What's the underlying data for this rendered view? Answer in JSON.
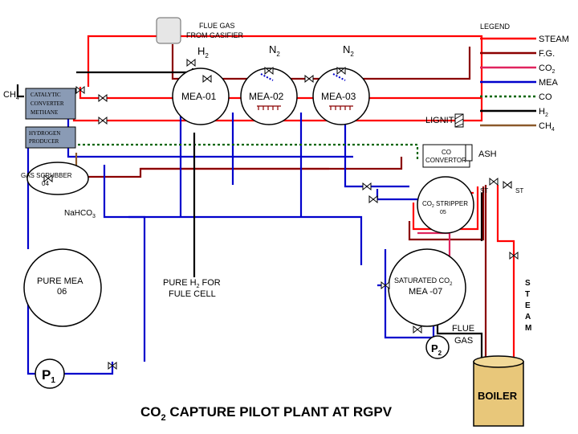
{
  "title": {
    "main": "CO",
    "sub": "2",
    "rest": " CAPTURE PILOT PLANT AT RGPV"
  },
  "colors": {
    "steam": "#ff0000",
    "fg": "#8b0000",
    "co2": "#e0245e",
    "mea": "#0000cc",
    "co": "#006400",
    "h2": "#000000",
    "ch4": "#8b5a2b",
    "vessel_fill": "#ffffff",
    "box_fill": "#8a9bb5",
    "boiler_fill": "#e8c77a"
  },
  "legend": {
    "title": "LEGEND",
    "items": [
      {
        "label": "STEAM",
        "sub": "",
        "color": "#ff0000",
        "style": "solid"
      },
      {
        "label": "F.G.",
        "sub": "",
        "color": "#8b0000",
        "style": "solid"
      },
      {
        "label": "CO",
        "sub": "2",
        "color": "#e0245e",
        "style": "solid"
      },
      {
        "label": "MEA",
        "sub": "",
        "color": "#0000cc",
        "style": "solid"
      },
      {
        "label": "CO",
        "sub": "",
        "color": "#006400",
        "style": "dotted"
      },
      {
        "label": "H",
        "sub": "2",
        "color": "#000000",
        "style": "solid"
      },
      {
        "label": "CH",
        "sub": "4",
        "color": "#8b5a2b",
        "style": "solid"
      }
    ]
  },
  "labels": {
    "flue_gas_line1": "FLUE GAS",
    "flue_gas_line2": "FROM GASIFIER",
    "h2": "H",
    "h2_sub": "2",
    "n2a": "N",
    "n2a_sub": "2",
    "n2b": "N",
    "n2b_sub": "2",
    "ch4": "CH",
    "ch4_sub": "4",
    "catalytic_1": "CATALYTIC",
    "catalytic_2": "CONVERTER",
    "catalytic_3": "METHANE",
    "hydrogen_1": "HYDROGEN",
    "hydrogen_2": "PRODUCER",
    "mea01": "MEA-01",
    "mea02": "MEA-02",
    "mea03": "MEA-03",
    "lignite": "LIGNITE",
    "co_conv_1": "CO",
    "co_conv_2": "CONVERTOR",
    "ash": "ASH",
    "gas_scrubber_1": "GAS SCRUBBER",
    "gas_scrubber_2": "04",
    "nahco3": "Na",
    "nahco3_b": "HCO",
    "nahco3_sub": "3",
    "st1": "ST",
    "st2": "ST",
    "stripper_1": "CO",
    "stripper_1_sub": "2",
    "stripper_1_rest": " STRIPPER",
    "stripper_2": "05",
    "pure_mea_1": "PURE MEA",
    "pure_mea_2": "06",
    "pure_h2_1": "PURE H",
    "pure_h2_1_sub": "2",
    "pure_h2_1_rest": " FOR",
    "pure_h2_2": "FULE CELL",
    "saturated_1": "SATURATED CO",
    "saturated_1_sub": "2",
    "saturated_2": "MEA -07",
    "flue_gas_b1": "FLUE",
    "flue_gas_b2": "GAS",
    "p1": "P",
    "p1_sub": "1",
    "p2": "P",
    "p2_sub": "2",
    "steam_vertical": [
      "S",
      "T",
      "E",
      "A",
      "M"
    ],
    "boiler": "BOILER"
  }
}
